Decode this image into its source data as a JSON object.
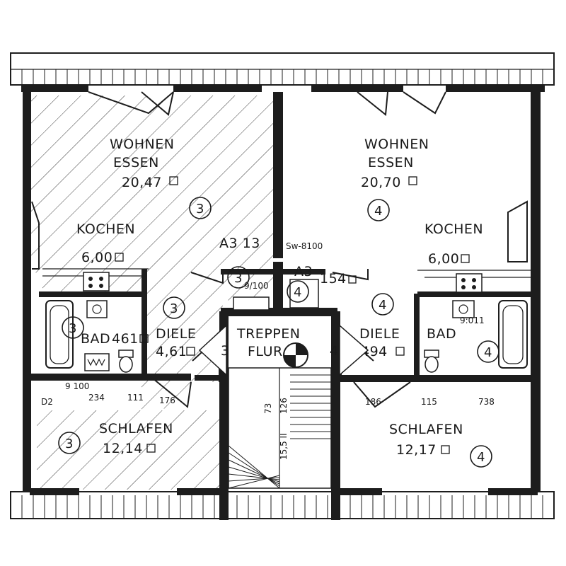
{
  "plan": {
    "units": [
      {
        "id": "3",
        "rooms": [
          {
            "name": [
              "WOHNEN",
              "ESSEN"
            ],
            "area": "20,47"
          },
          {
            "name": [
              "KOCHEN"
            ],
            "area": "6,00"
          },
          {
            "name": [
              "BAD"
            ],
            "area": "461"
          },
          {
            "name": [
              "DIELE"
            ],
            "area": "4,61"
          },
          {
            "name": [
              "SCHLAFEN"
            ],
            "area": "12,14"
          }
        ]
      },
      {
        "id": "4",
        "rooms": [
          {
            "name": [
              "WOHNEN",
              "ESSEN"
            ],
            "area": "20,70"
          },
          {
            "name": [
              "KOCHEN"
            ],
            "area": "6,00"
          },
          {
            "name": [
              "DIELE"
            ],
            "area": "494"
          },
          {
            "name": [
              "BAD"
            ],
            "area": ""
          },
          {
            "name": [
              "SCHLAFEN"
            ],
            "area": "12,17"
          }
        ]
      }
    ],
    "stair": {
      "name": [
        "TREPPEN",
        "FLUR"
      ],
      "left_unit": "3",
      "right_unit": "4"
    },
    "annotations": {
      "storage_left": "A3 13",
      "storage_left_dim": "9/100",
      "storage_right": "A3",
      "storage_right_dim": "154",
      "window_note": "Sw-8100",
      "bad_right_note": "9:011",
      "left_dims": [
        "D2",
        "9 100",
        "234",
        "111",
        "176"
      ],
      "right_dims": [
        "186",
        "115",
        "738"
      ],
      "stair_dims": [
        "73",
        "126",
        "15,5 II"
      ]
    },
    "circled_labels": [
      "3",
      "4",
      "3",
      "3",
      "3",
      "3",
      "4",
      "4",
      "4",
      "4"
    ]
  }
}
